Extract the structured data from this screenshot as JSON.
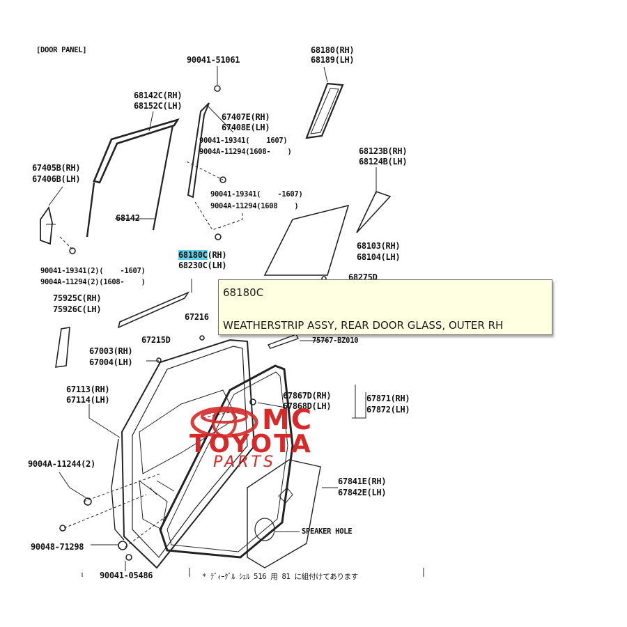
{
  "corner_note": "[DOOR PANEL]",
  "labels": {
    "l1": "90041-51061",
    "l2a": "68180(RH)",
    "l2b": "68189(LH)",
    "l3a": "68142C(RH)",
    "l3b": "68152C(LH)",
    "l4a": "67407E(RH)",
    "l4b": "67408E(LH)",
    "l5a": "90041-19341(    1607)",
    "l5b": "9004A-11294(1608-    )",
    "l6a": "68123B(RH)",
    "l6b": "68124B(LH)",
    "l7a": "67405B(RH)",
    "l7b": "67406B(LH)",
    "l8a": "90041-19341(    -1607)",
    "l8b": "9004A-11294(1608    )",
    "l9": "68142",
    "l10a": "68103(RH)",
    "l10b": "68104(LH)",
    "l11a": "68180C",
    "l11b": "(RH)",
    "l11c": "68230C(LH)",
    "l12a": "90041-19341(2)(    -1607)",
    "l12b": "9004A-11294(2)(1608-    )",
    "l13": "68275D",
    "l14a": "75925C(RH)",
    "l14b": "75926C(LH)",
    "l15": "67216",
    "l16": "67215D",
    "l17": "75767-BZ010",
    "l18a": "67003(RH)",
    "l18b": "67004(LH)",
    "l19a": "67113(RH)",
    "l19b": "67114(LH)",
    "l20a": "67867D(RH)",
    "l20b": "67868D(LH)",
    "l21a": "67871(RH)",
    "l21b": "67872(LH)",
    "l22": "9004A-11244(2)",
    "l23a": "67841E(RH)",
    "l23b": "67842E(LH)",
    "l24": "SPEAKER HOLE",
    "l25": "90048-71298",
    "l26": "90041-05486",
    "l27": "* ﾃﾞｨｰｸﾞﾙ ｼｪﾙ 516 用 81 に組付けてあります"
  },
  "tooltip": {
    "code": "68180C",
    "description": "WEATHERSTRIP ASSY, REAR DOOR GLASS, OUTER RH"
  },
  "watermark": {
    "line1": "MC",
    "line2": "TOYOTA",
    "line3": "PARTS",
    "color": "#d42a2a"
  },
  "highlight_color": "#5cd3e8"
}
